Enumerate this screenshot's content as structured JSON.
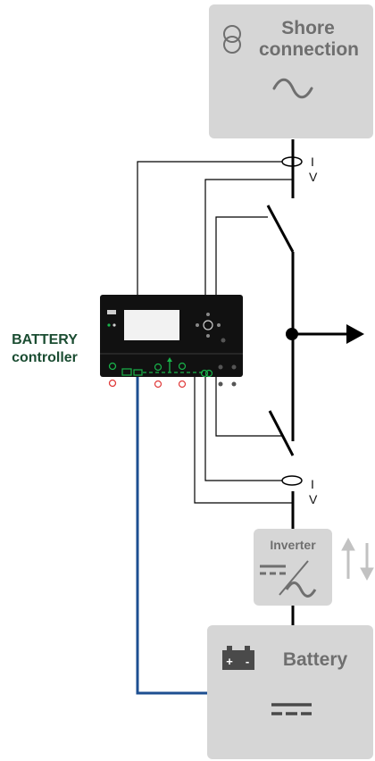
{
  "shore": {
    "title": "Shore connection",
    "icon": "transformer-icon",
    "ac_symbol": "~"
  },
  "controller": {
    "label_line1": "BATTERY",
    "label_line2": "controller"
  },
  "measure_top": {
    "current": "I",
    "voltage": "V"
  },
  "measure_bottom": {
    "current": "I",
    "voltage": "V"
  },
  "inverter": {
    "title": "Inverter",
    "flow": "bidirectional-arrows-icon"
  },
  "battery": {
    "title": "Battery",
    "icon": "battery-icon",
    "plus": "+",
    "minus": "-"
  },
  "colors": {
    "wire": "#000000",
    "comm_wire": "#1d4f91",
    "box": "#d6d6d6",
    "label": "#1b4d32",
    "box_text": "#6f6f6f"
  }
}
